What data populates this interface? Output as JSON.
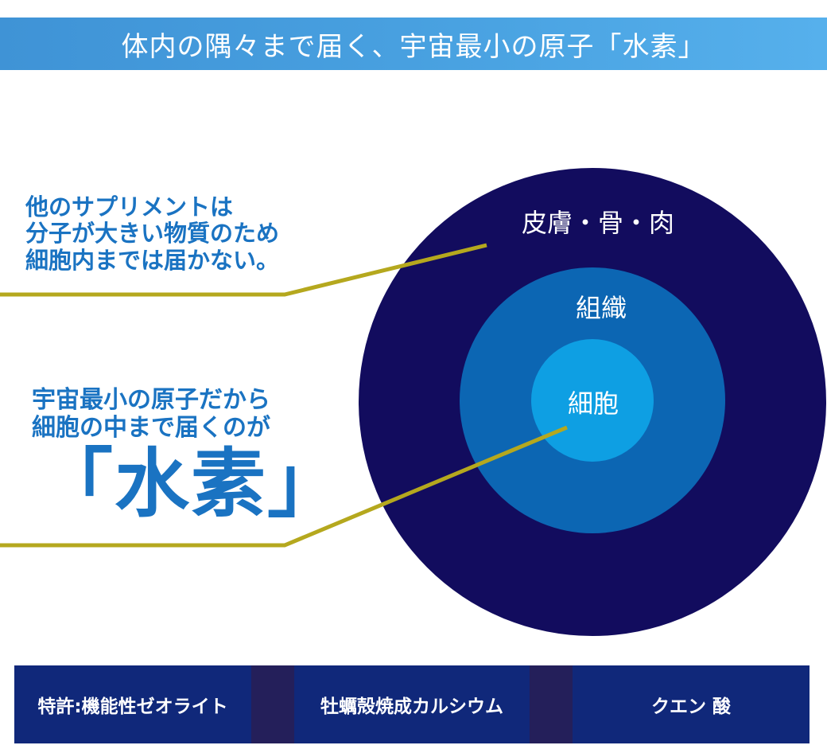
{
  "banner": {
    "title": "体内の隅々まで届く、宇宙最小の原子「水素」"
  },
  "callouts": {
    "other_supplements": [
      "他のサプリメントは",
      "分子が大きい物質のため",
      "細胞内までは届かない。"
    ],
    "hydrogen": [
      "宇宙最小の原子だから",
      "細胞の中まで届くのが"
    ],
    "hydrogen_big": "「水素」"
  },
  "circles": {
    "outer": {
      "label": "皮膚・骨・肉",
      "color": "#120c5e"
    },
    "middle": {
      "label": "組織",
      "color": "#0c66b3"
    },
    "inner": {
      "label": "細胞",
      "color": "#0e9fe3"
    }
  },
  "leader_line_color": "#b5a81e",
  "ingredients": [
    {
      "label": "特許:機能性ゼオライト"
    },
    {
      "label": "牡蠣殻焼成カルシウム"
    },
    {
      "label": "クエン 酸"
    }
  ]
}
